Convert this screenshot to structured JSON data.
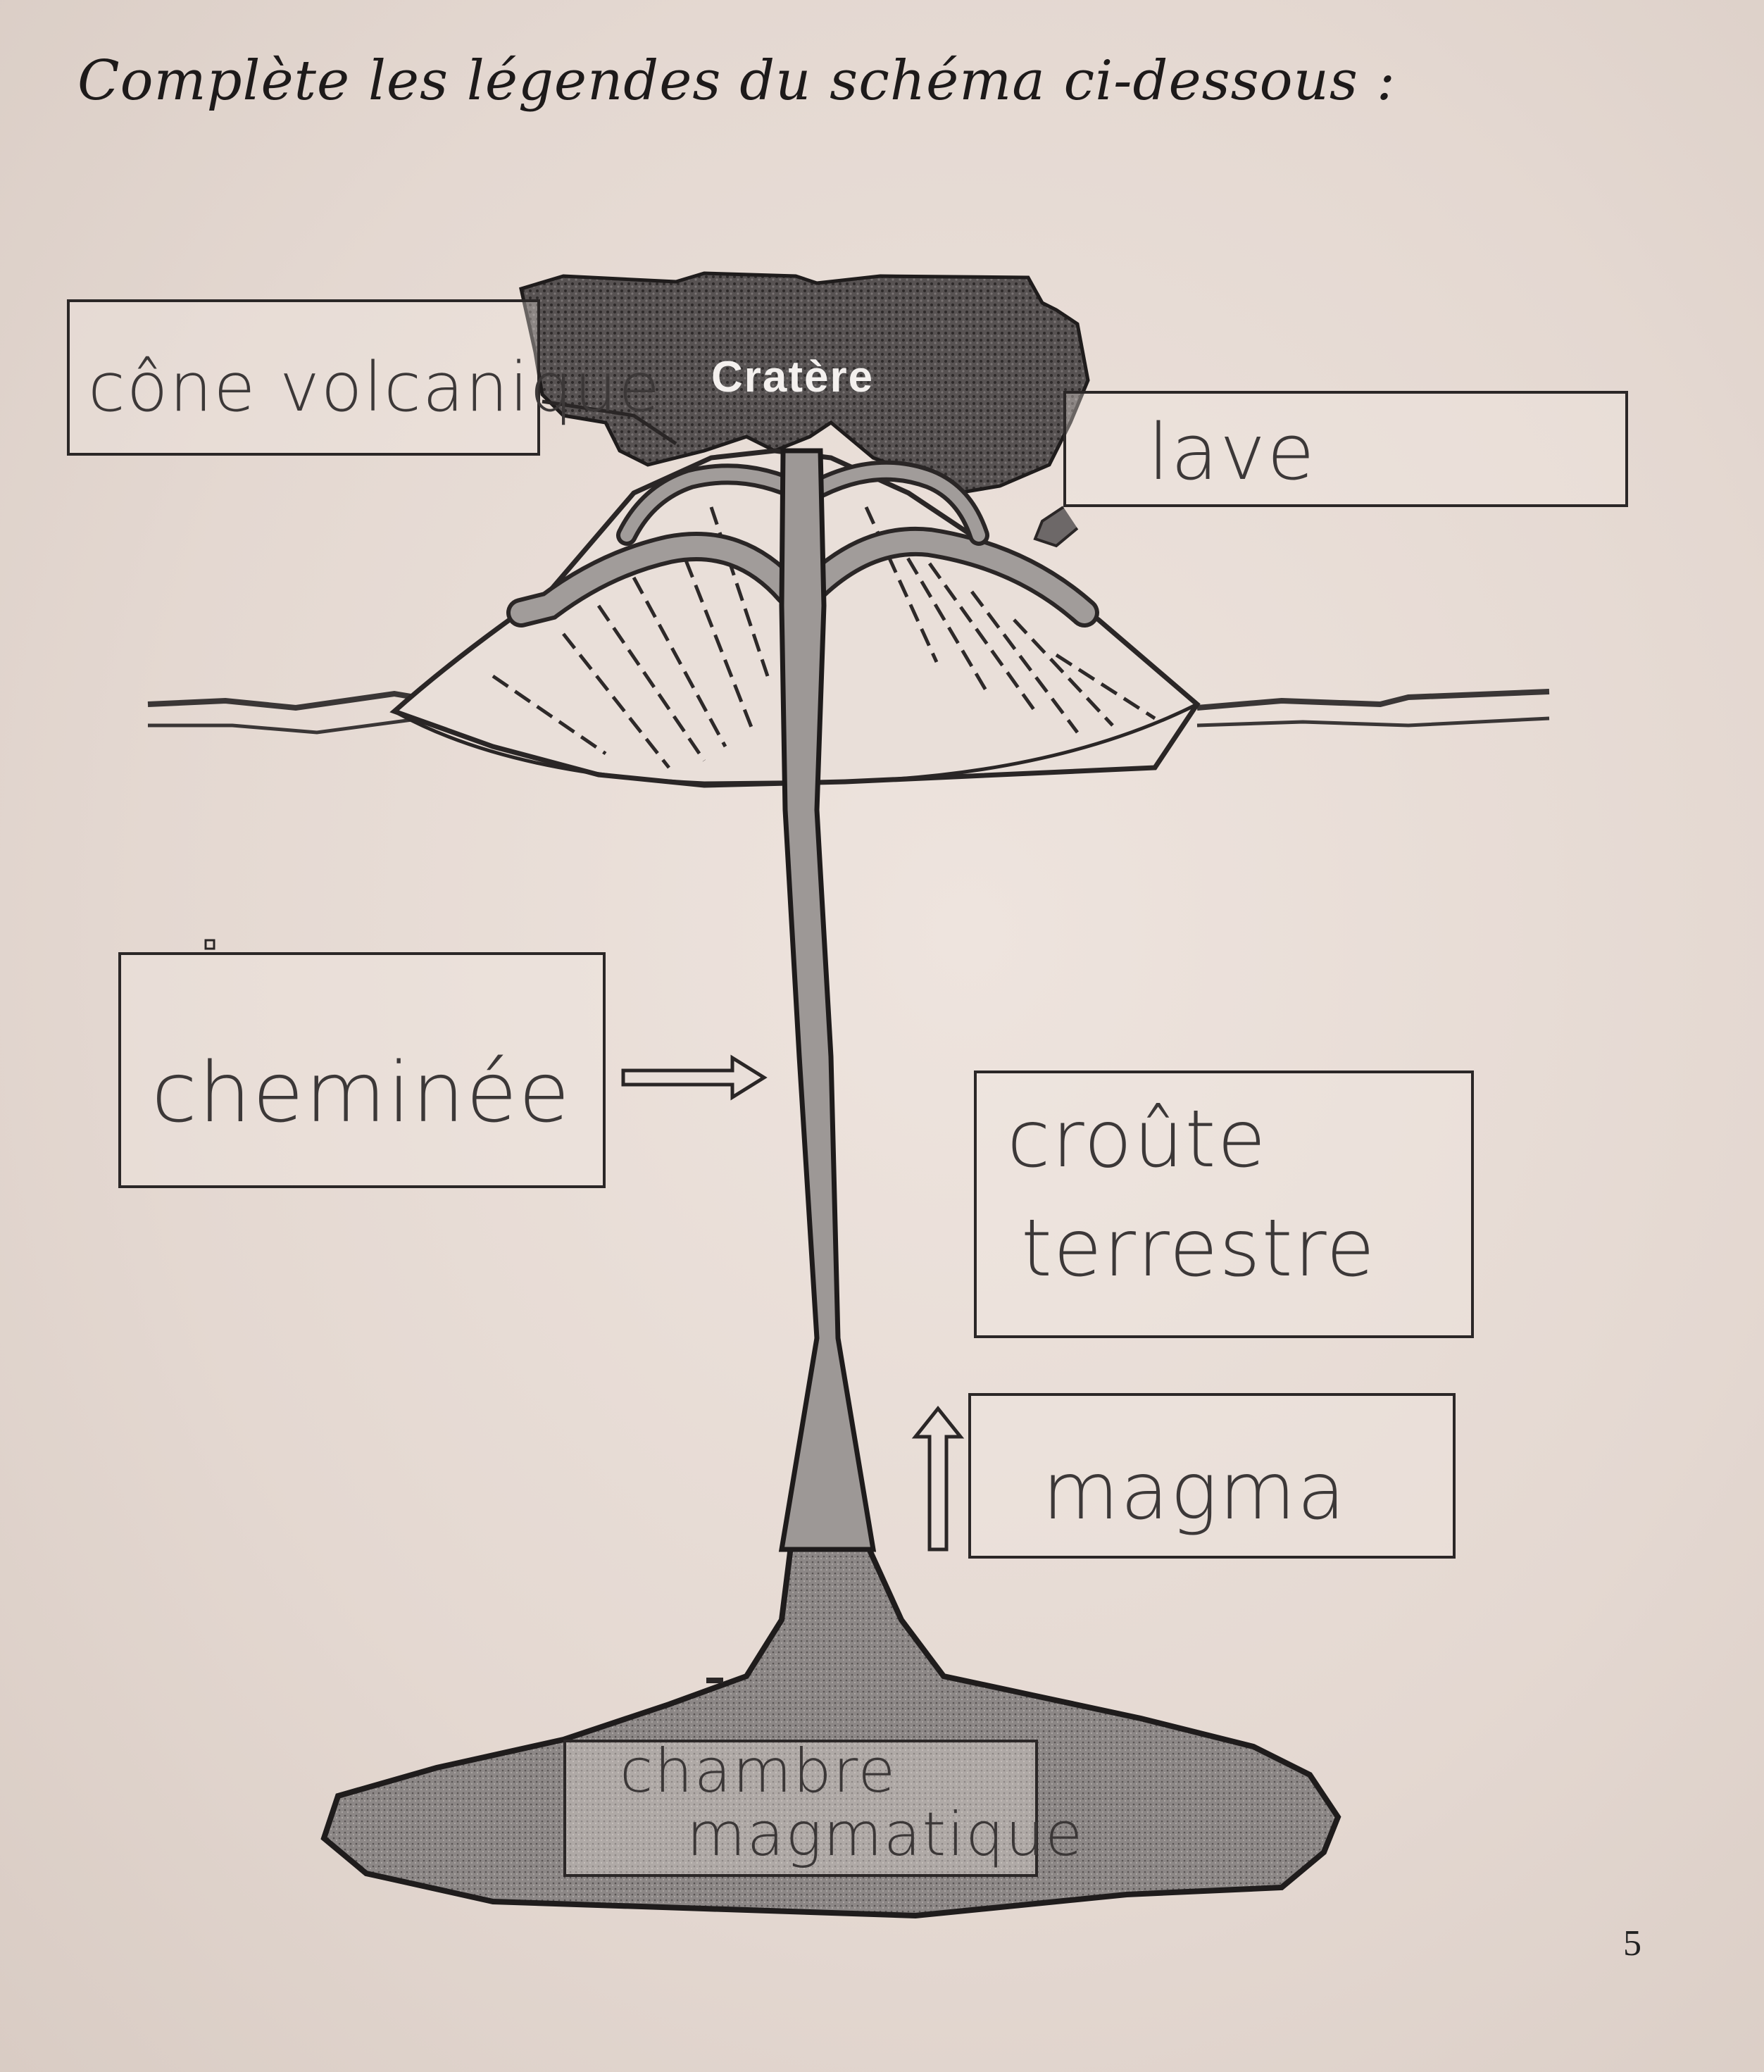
{
  "worksheet": {
    "instruction": "Complète les légendes du schéma ci-dessous :",
    "page_number": "5"
  },
  "diagram": {
    "printed_label": "Cratère",
    "answers": {
      "cone": "cône volcanique",
      "lava": "lave",
      "chimney": "cheminée",
      "crust": [
        "croûte",
        "terrestre"
      ],
      "magma": "magma",
      "chamber": [
        "chambre",
        "magmatique"
      ]
    }
  },
  "colors": {
    "ink": "#2b2727",
    "pencil": "#3c3838",
    "paper": "#e7dcd6",
    "chamber_fill": "#8f8a88"
  }
}
